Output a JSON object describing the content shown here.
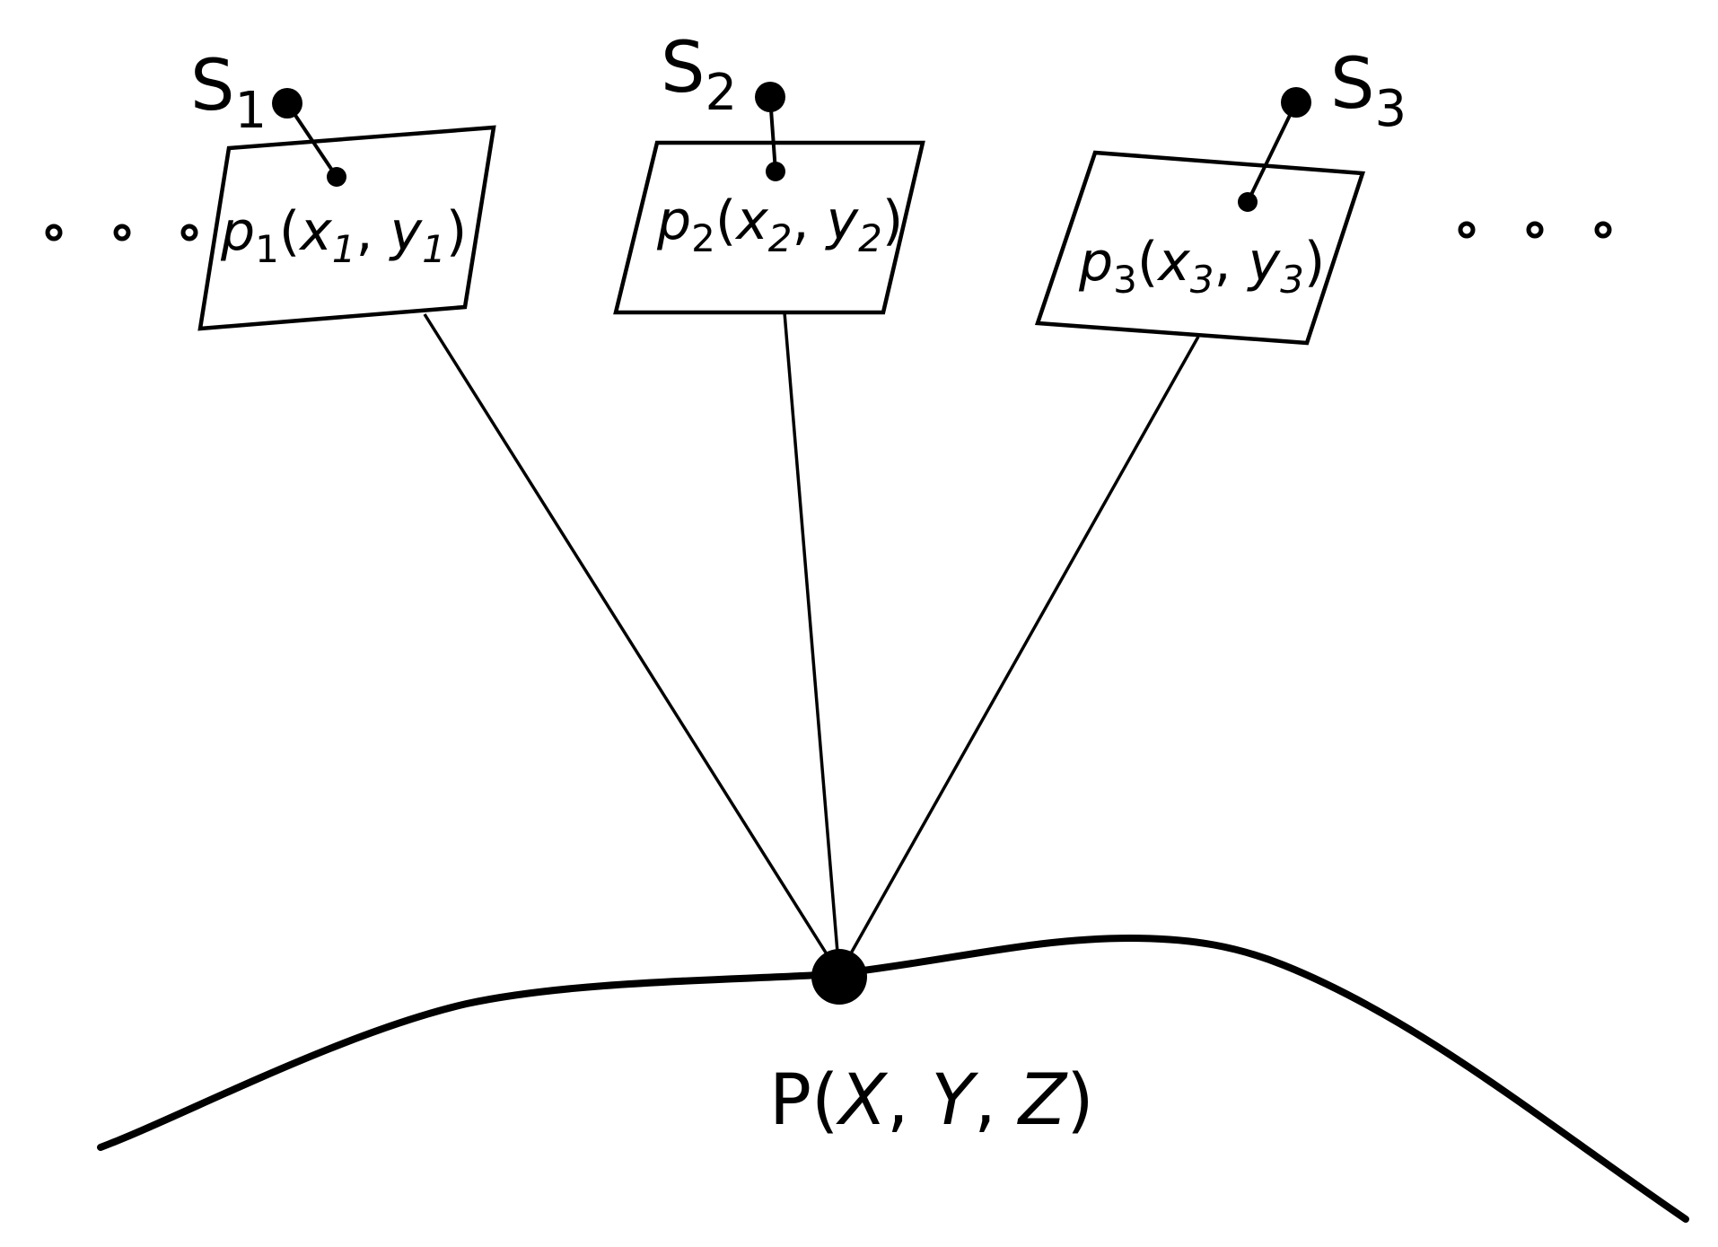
{
  "colors": {
    "ink": "#000000",
    "background": "#ffffff"
  },
  "cameras": [
    {
      "station": {
        "letter": "S",
        "index": "1"
      },
      "image_point": {
        "name": "p",
        "index": "1",
        "x": "x",
        "x_sub": "1",
        "y": "y",
        "y_sub": "1"
      }
    },
    {
      "station": {
        "letter": "S",
        "index": "2"
      },
      "image_point": {
        "name": "p",
        "index": "2",
        "x": "x",
        "x_sub": "2",
        "y": "y",
        "y_sub": "2"
      }
    },
    {
      "station": {
        "letter": "S",
        "index": "3"
      },
      "image_point": {
        "name": "p",
        "index": "3",
        "x": "x",
        "x_sub": "3",
        "y": "y",
        "y_sub": "3"
      }
    }
  ],
  "ground_point": {
    "name": "P",
    "X": "X",
    "Y": "Y",
    "Z": "Z"
  },
  "punctuation": {
    "open": "(",
    "comma": ", ",
    "close": ")"
  },
  "continuation": {
    "left": "• • •",
    "right": "• • •"
  }
}
